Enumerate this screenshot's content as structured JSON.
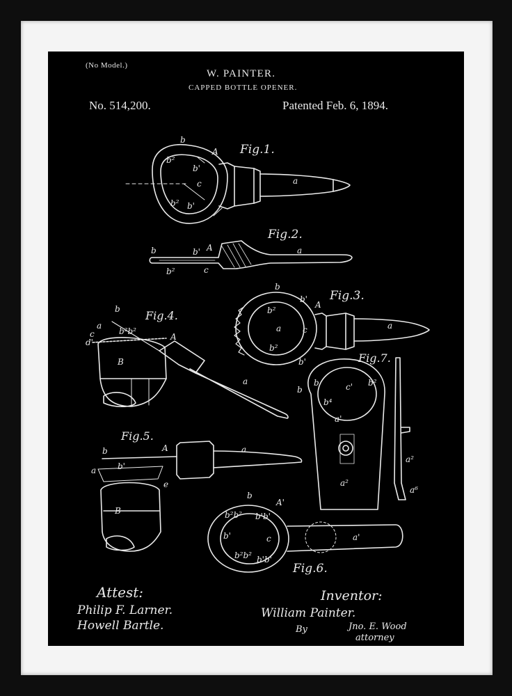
{
  "header": {
    "no_model": "(No Model.)",
    "inventor_name": "W. PAINTER.",
    "title": "CAPPED BOTTLE OPENER.",
    "patent_number": "No. 514,200.",
    "patent_date": "Patented Feb. 6, 1894."
  },
  "figures": {
    "fig1": "Fig.1.",
    "fig2": "Fig.2.",
    "fig3": "Fig.3.",
    "fig4": "Fig.4.",
    "fig5": "Fig.5.",
    "fig6": "Fig.6.",
    "fig7": "Fig.7."
  },
  "signatures": {
    "attest": "Attest:",
    "witness1": "Philip F. Larner.",
    "witness2": "Howell Bartle.",
    "inventor_label": "Inventor:",
    "inventor_signature": "William Painter.",
    "by": "By",
    "attorney_name": "Jno. E. Wood",
    "attorney": "attorney"
  },
  "colors": {
    "frame": "#0e0e0e",
    "mat": "#f4f4f4",
    "print_background": "#000000",
    "ink": "#eaeaea"
  }
}
